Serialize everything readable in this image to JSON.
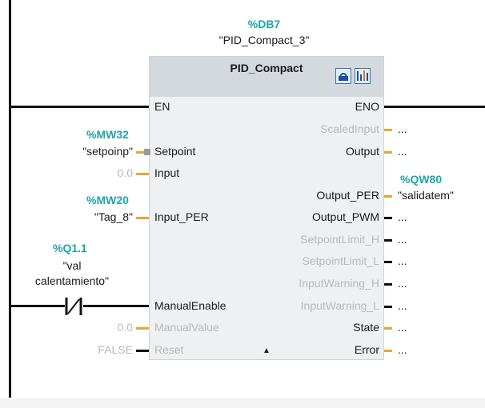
{
  "instance": {
    "db": "%DB7",
    "name": "\"PID_Compact_3\""
  },
  "block": {
    "title": "PID_Compact",
    "collapse_arrow": "▲"
  },
  "icons": [
    "instance-db-icon",
    "commissioning-icon"
  ],
  "colors": {
    "tag": "#21a3a3",
    "parameter_line": "#f2a22f",
    "inactive_text": "#b9b9b9"
  },
  "inputs": [
    {
      "pin": "EN",
      "active": true,
      "address": "",
      "tag": "",
      "value": ""
    },
    {
      "pin": "Setpoint",
      "active": true,
      "address": "%MW32",
      "tag": "\"setpoinp\"",
      "value": ""
    },
    {
      "pin": "Input",
      "active": true,
      "address": "",
      "tag": "",
      "value": "0.0"
    },
    {
      "pin": "Input_PER",
      "active": true,
      "address": "%MW20",
      "tag": "\"Tag_8\"",
      "value": ""
    },
    {
      "pin": "ManualEnable",
      "active": true,
      "address": "%Q1.1",
      "tag_lines": [
        "\"val",
        "calentamiento\""
      ],
      "value": ""
    },
    {
      "pin": "ManualValue",
      "active": false,
      "address": "",
      "tag": "",
      "value": "0.0"
    },
    {
      "pin": "Reset",
      "active": false,
      "address": "",
      "tag": "",
      "value": "FALSE"
    }
  ],
  "outputs": [
    {
      "pin": "ENO",
      "active": true,
      "value": ""
    },
    {
      "pin": "ScaledInput",
      "active": false,
      "value": "..."
    },
    {
      "pin": "Output",
      "active": true,
      "value": "..."
    },
    {
      "pin": "Output_PER",
      "active": true,
      "address": "%QW80",
      "tag": "\"salidatem\""
    },
    {
      "pin": "Output_PWM",
      "active": true,
      "value": "..."
    },
    {
      "pin": "SetpointLimit_H",
      "active": false,
      "value": "..."
    },
    {
      "pin": "SetpointLimit_L",
      "active": false,
      "value": "..."
    },
    {
      "pin": "InputWarning_H",
      "active": false,
      "value": "..."
    },
    {
      "pin": "InputWarning_L",
      "active": false,
      "value": "..."
    },
    {
      "pin": "State",
      "active": true,
      "value": "..."
    },
    {
      "pin": "Error",
      "active": true,
      "value": "..."
    }
  ]
}
